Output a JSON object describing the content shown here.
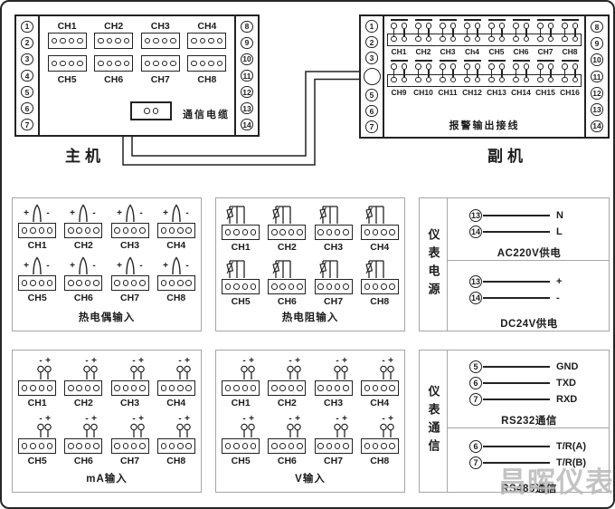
{
  "panels": {
    "main": {
      "title": "主机",
      "left_terminals": [
        "1",
        "2",
        "3",
        "4",
        "5",
        "6",
        "7"
      ],
      "right_terminals": [
        "8",
        "9",
        "10",
        "11",
        "12",
        "13",
        "14"
      ],
      "top_channels": [
        "CH1",
        "CH2",
        "CH3",
        "CH4"
      ],
      "bottom_channels": [
        "CH5",
        "CH6",
        "CH7",
        "CH8"
      ],
      "cable_label": "通信电缆"
    },
    "aux": {
      "title": "副机",
      "left_terminals_upper": [
        "1",
        "2",
        "3"
      ],
      "left_terminals_lower": [
        "5",
        "6",
        "7"
      ],
      "right_terminals": [
        "8",
        "9",
        "10",
        "11",
        "12",
        "13",
        "14"
      ],
      "row1_channels": [
        "CH1",
        "CH2",
        "CH3",
        "Ch4",
        "CH5",
        "CH6",
        "CH7",
        "CH8"
      ],
      "row2_channels": [
        "CH9",
        "CH10",
        "CH11",
        "CH12",
        "CH13",
        "CH14",
        "CH15",
        "CH16"
      ],
      "caption": "报警输出接线"
    }
  },
  "sections": {
    "tc": {
      "caption": "热电偶输入",
      "pol_left": "+",
      "pol_right": "-",
      "row1": [
        "CH1",
        "CH2",
        "CH3",
        "CH4"
      ],
      "row2": [
        "CH5",
        "CH6",
        "CH7",
        "CH8"
      ]
    },
    "rtd": {
      "caption": "热电阻输入",
      "row1": [
        "CH1",
        "CH2",
        "CH3",
        "CH4"
      ],
      "row2": [
        "CH5",
        "CH6",
        "CH7",
        "CH8"
      ]
    },
    "ma": {
      "caption": "mA输入",
      "pol_left": "-",
      "pol_right": "+",
      "row1": [
        "CH1",
        "CH2",
        "CH3",
        "CH4"
      ],
      "row2": [
        "CH5",
        "CH6",
        "CH7",
        "CH8"
      ]
    },
    "v": {
      "caption": "V输入",
      "pol_left": "-",
      "pol_right": "+",
      "row1": [
        "CH1",
        "CH2",
        "CH3",
        "CH4"
      ],
      "row2": [
        "CH5",
        "CH6",
        "CH7",
        "CH8"
      ]
    },
    "power": {
      "side_label": "仪表电源",
      "ac": {
        "caption": "AC220V供电",
        "rows": [
          {
            "t": "13",
            "label": "N"
          },
          {
            "t": "14",
            "label": "L"
          }
        ]
      },
      "dc": {
        "caption": "DC24V供电",
        "rows": [
          {
            "t": "13",
            "label": "+"
          },
          {
            "t": "14",
            "label": "-"
          }
        ]
      }
    },
    "comm": {
      "side_label": "仪表通信",
      "rs232": {
        "caption": "RS232通信",
        "rows": [
          {
            "t": "5",
            "label": "GND"
          },
          {
            "t": "6",
            "label": "TXD"
          },
          {
            "t": "7",
            "label": "RXD"
          }
        ]
      },
      "rs485": {
        "caption": "RS485通信",
        "rows": [
          {
            "t": "6",
            "label": "T/R(A)"
          },
          {
            "t": "7",
            "label": "T/R(B)"
          }
        ]
      }
    }
  },
  "watermark": "昌晖仪表",
  "colors": {
    "line": "#222222",
    "section_border": "#a6a6a6",
    "watermark": "#b9b9b9"
  }
}
